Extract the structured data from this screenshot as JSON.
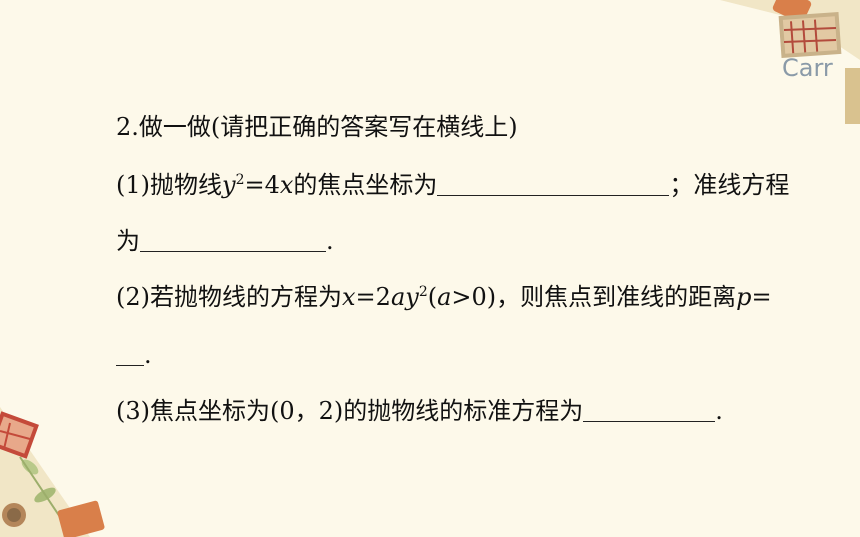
{
  "slide": {
    "heading": "2.做一做(请把正确的答案写在横线上)",
    "q1": {
      "prefix": "(1)抛物线",
      "var_y": "y",
      "exp": "2",
      "eq_mid": "=4",
      "var_x": "x",
      "middle": "的焦点坐标为",
      "semicolon": "；准线方程",
      "cont": "为",
      "end": "."
    },
    "q2": {
      "prefix": "(2)若抛物线的方程为",
      "var_x": "x",
      "eq": "=2",
      "var_a": "a",
      "var_y": "y",
      "exp": "2",
      "paren_open": "(",
      "var_a2": "a",
      "cond": ">0)，则焦点到准线的距离",
      "var_p": "p",
      "eq2": "=",
      "end": "."
    },
    "q3": {
      "text": "(3)焦点坐标为(0，2)的抛物线的标准方程为",
      "end": "."
    }
  },
  "decoration": {
    "corner_text": "Carr",
    "colors": {
      "background": "#fdf9ea",
      "accent_orange": "#d97f4a",
      "accent_red": "#c44a3a",
      "accent_green": "#b9c98a"
    }
  }
}
